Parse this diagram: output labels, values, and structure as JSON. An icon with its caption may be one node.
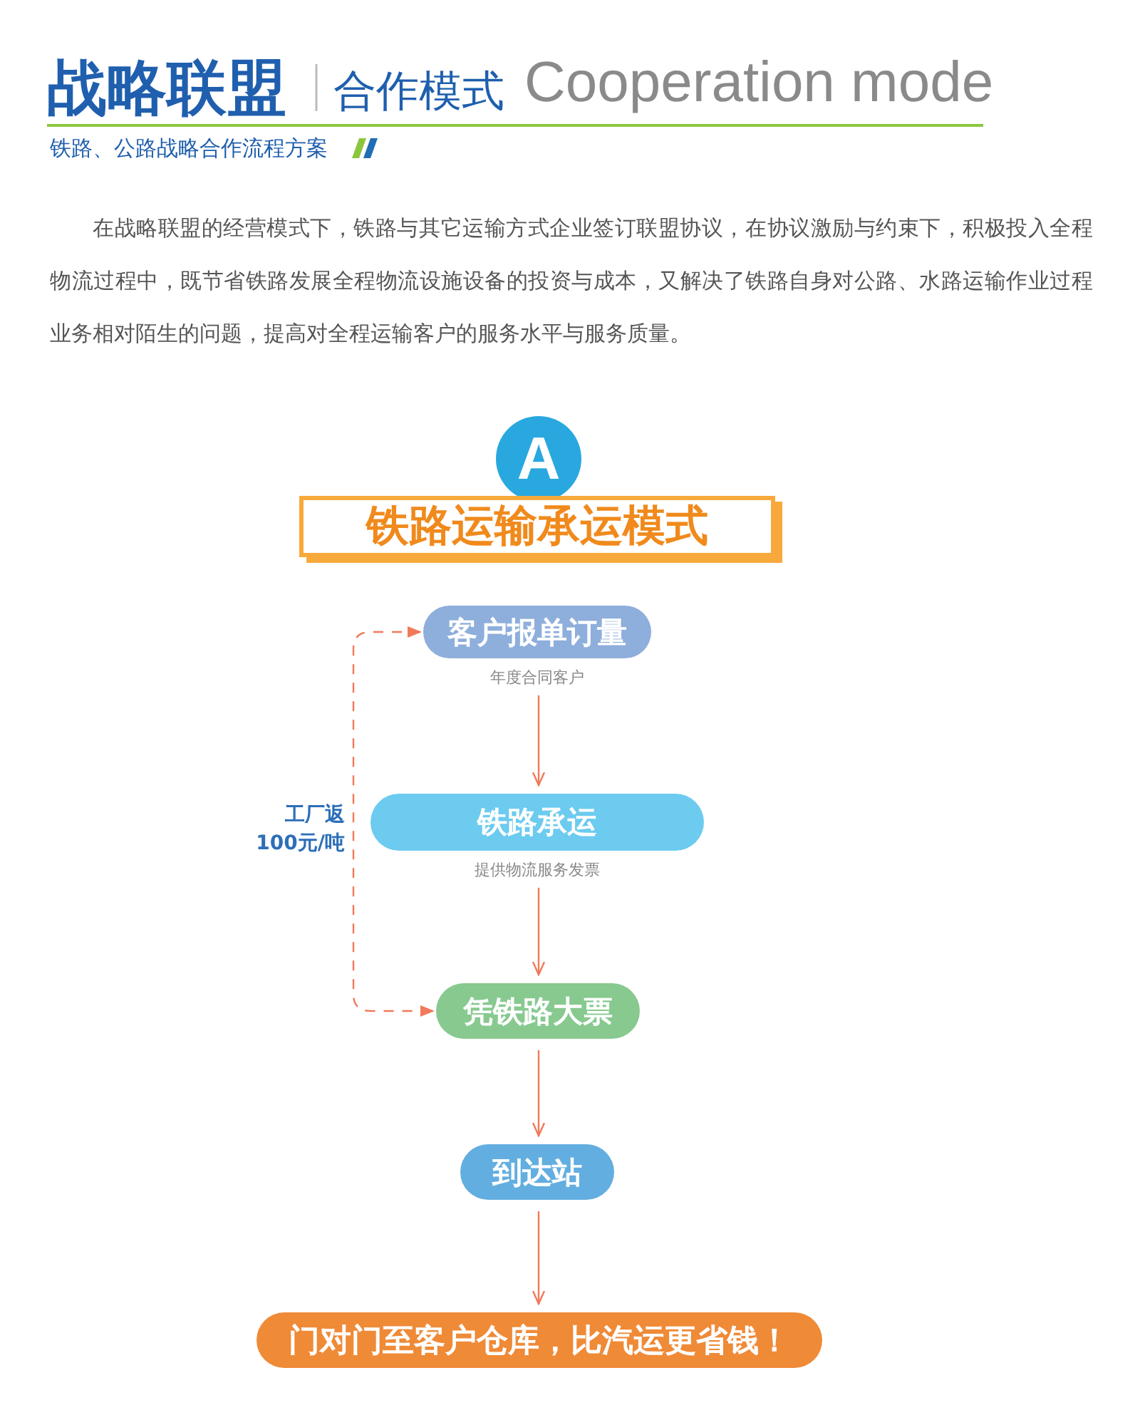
{
  "diagram": {
    "title": "战略联盟",
    "nodes": [
      {
        "text": [
          "A"
        ]
      },
      {
        "text": [
          "铁路运输承运模式"
        ]
      },
      {
        "text": [
          "客户报单订量"
        ],
        "beside": [
          "年度合同客户"
        ]
      },
      {
        "text": [
          "铁路承运"
        ],
        "beside": [
          "提供物流服务发票"
        ]
      },
      {
        "text": [
          "凭铁路大票"
        ]
      },
      {
        "text": [
          "到达站"
        ]
      },
      {
        "text": [
          "门对门至客户仓库，比汽运更省钱！"
        ]
      }
    ],
    "edges": [
      {
        "from": 2,
        "to": 3,
        "arrow": "to"
      },
      {
        "from": 3,
        "to": 4,
        "arrow": "to"
      },
      {
        "from": 4,
        "to": 5,
        "arrow": "to"
      },
      {
        "from": 5,
        "to": 6,
        "arrow": "to"
      },
      {
        "from": 2,
        "to": 4,
        "arrow": "both",
        "style": "dashed",
        "label": "工厂返 100元/吨"
      }
    ],
    "labels": [
      "合作模式",
      "Cooperation mode",
      "铁路、公路战略合作流程方案",
      "在战略联盟的经营模式下，铁路与其它运输方式企业签订联盟协议，在协议激励与约束下，积极投入全程物流过程中，既节省铁路发展全程物流设施设备的投资与成本，又解决了铁路自身对公路、水路运输作业过程业务相对陌生的问题，提高对全程运输客户的服务水平与服务质量。"
    ]
  }
}
